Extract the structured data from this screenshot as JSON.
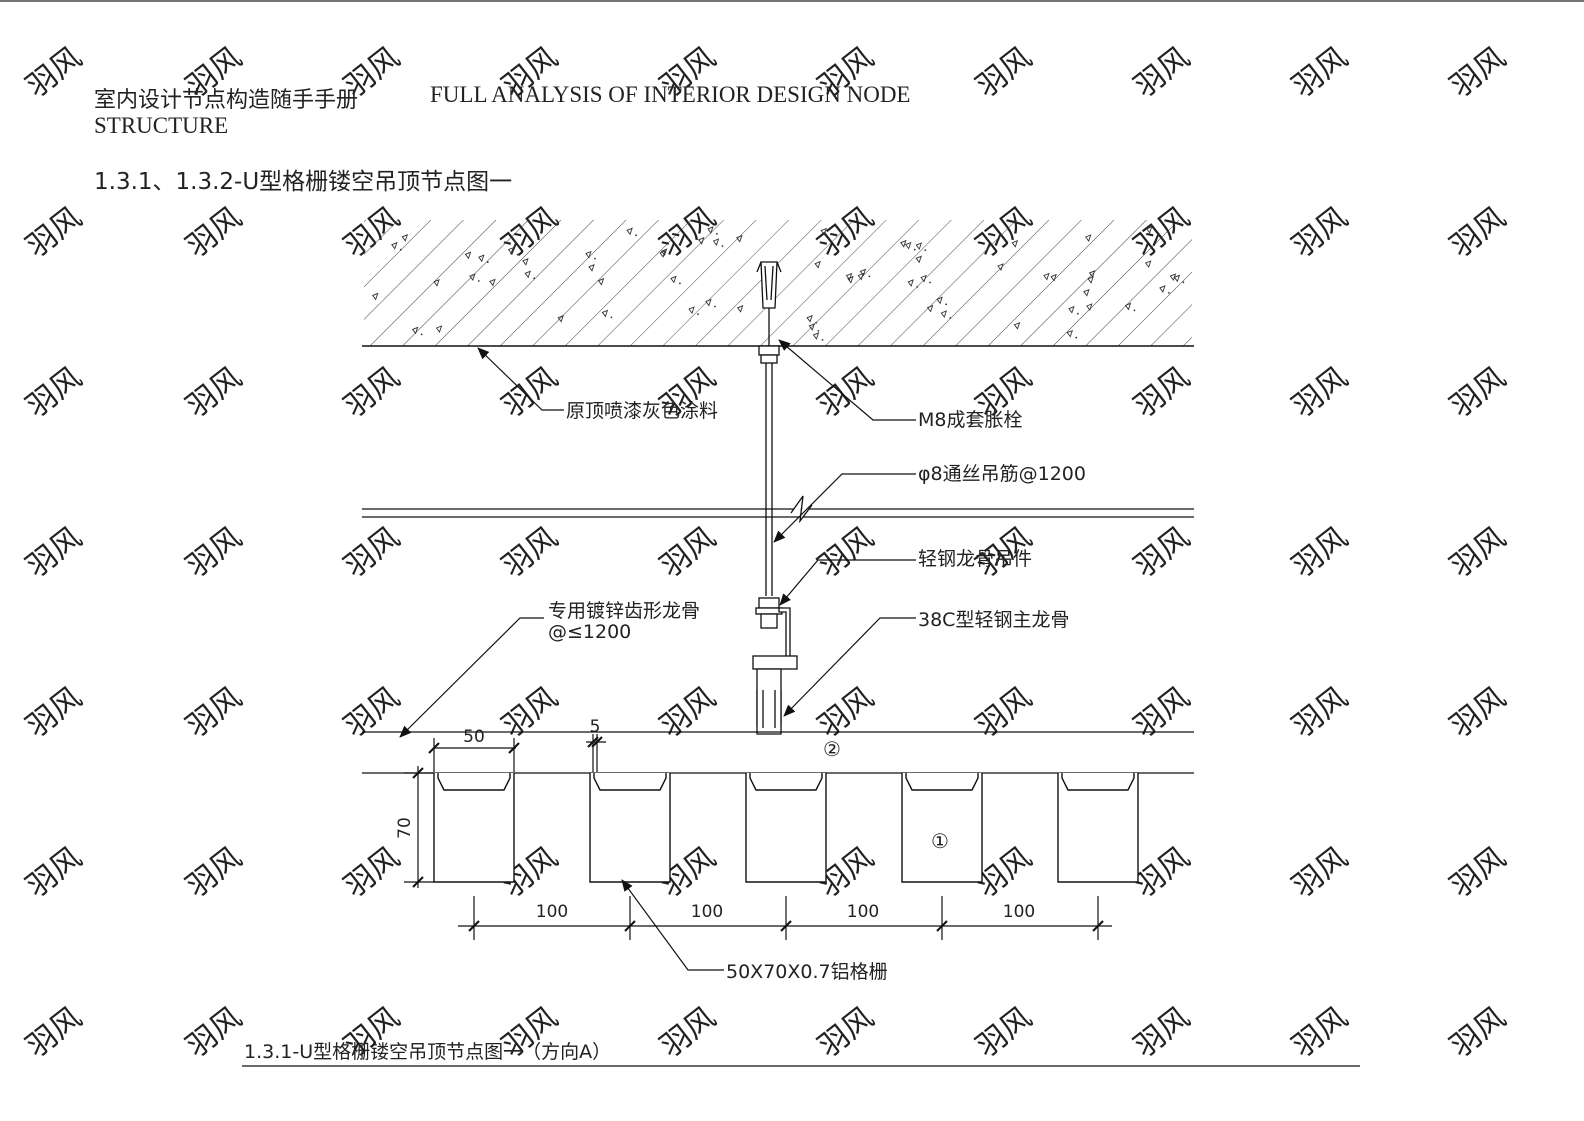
{
  "header": {
    "book_title_cn": "室内设计节点构造随手手册",
    "book_title_en_line1": "FULL ANALYSIS OF INTERIOR DESIGN NODE",
    "book_title_en_line2": "STRUCTURE",
    "section_title": "1.3.1、1.3.2-U型格栅镂空吊顶节点图一"
  },
  "labels": {
    "original_ceiling": "原顶喷漆灰色涂料",
    "expansion_bolt": "M8成套胀栓",
    "hanger_rod": "φ8通丝吊筋@1200",
    "hanger_clip": "轻钢龙骨吊件",
    "keel_line1": "专用镀锌齿形龙骨",
    "keel_line2": "@≤1200",
    "main_keel": "38C型轻钢主龙骨",
    "grille": "50X70X0.7铝格栅"
  },
  "dimensions": {
    "grille_width": "50",
    "gap": "5",
    "grille_height": "70",
    "spacing": [
      "100",
      "100",
      "100",
      "100"
    ]
  },
  "markers": {
    "one": "①",
    "two": "②"
  },
  "caption": "1.3.1-U型格栅镂空吊顶节点图一（方向A）",
  "watermark": "羽风"
}
